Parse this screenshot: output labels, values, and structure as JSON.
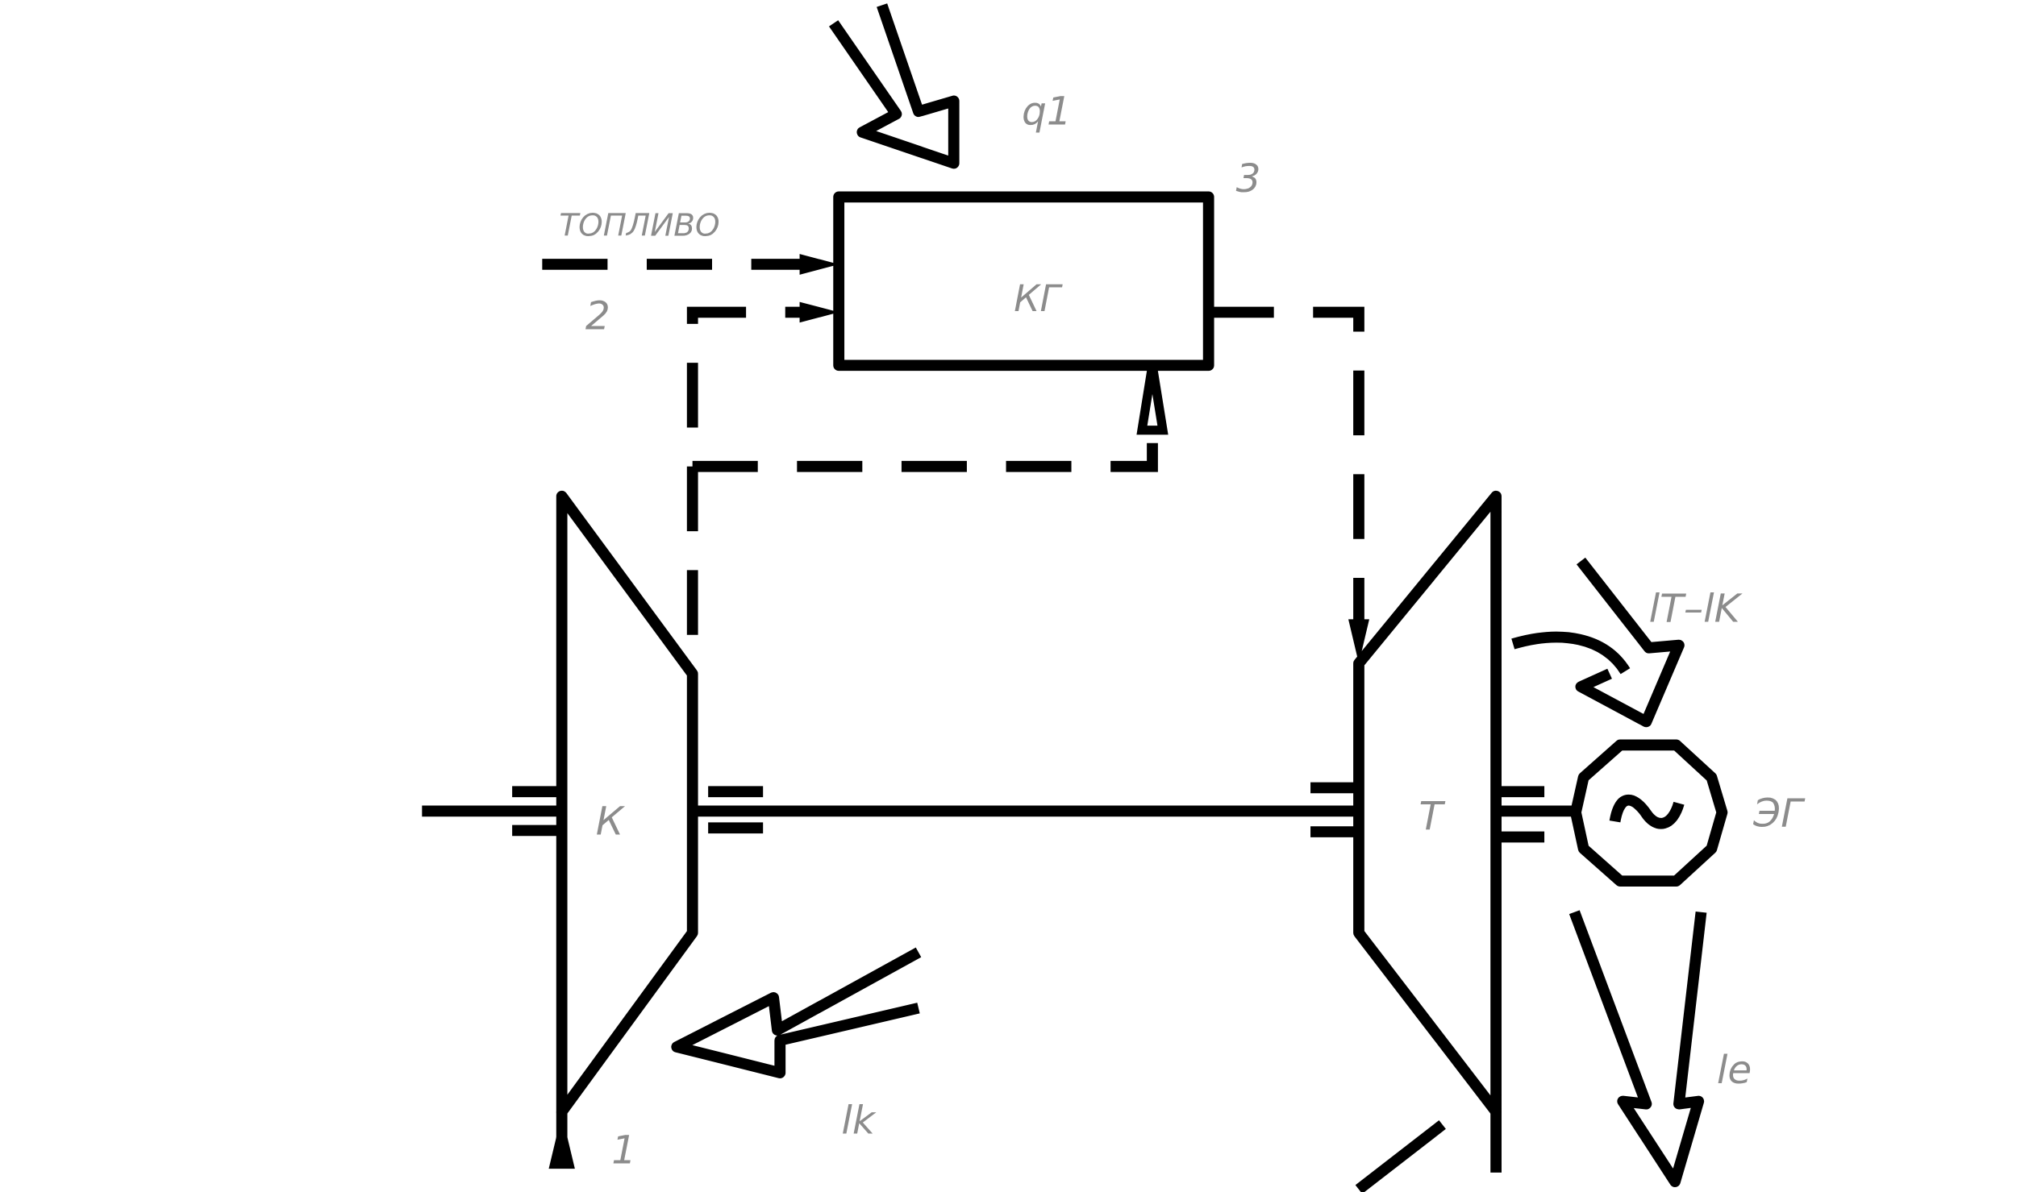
{
  "labels": {
    "heat_in": "q1",
    "fuel": "ТОПЛИВО",
    "point_2": "2",
    "point_3": "3",
    "point_1": "1",
    "combustion_chamber": "КГ",
    "compressor": "К",
    "turbine": "Т",
    "generator": "ЭГ",
    "net_work": "lT–lK",
    "compressor_work": "lk",
    "electric_work": "le"
  },
  "colors": {
    "line": "#000000",
    "label": "#8c8c8c",
    "background": "#ffffff"
  }
}
